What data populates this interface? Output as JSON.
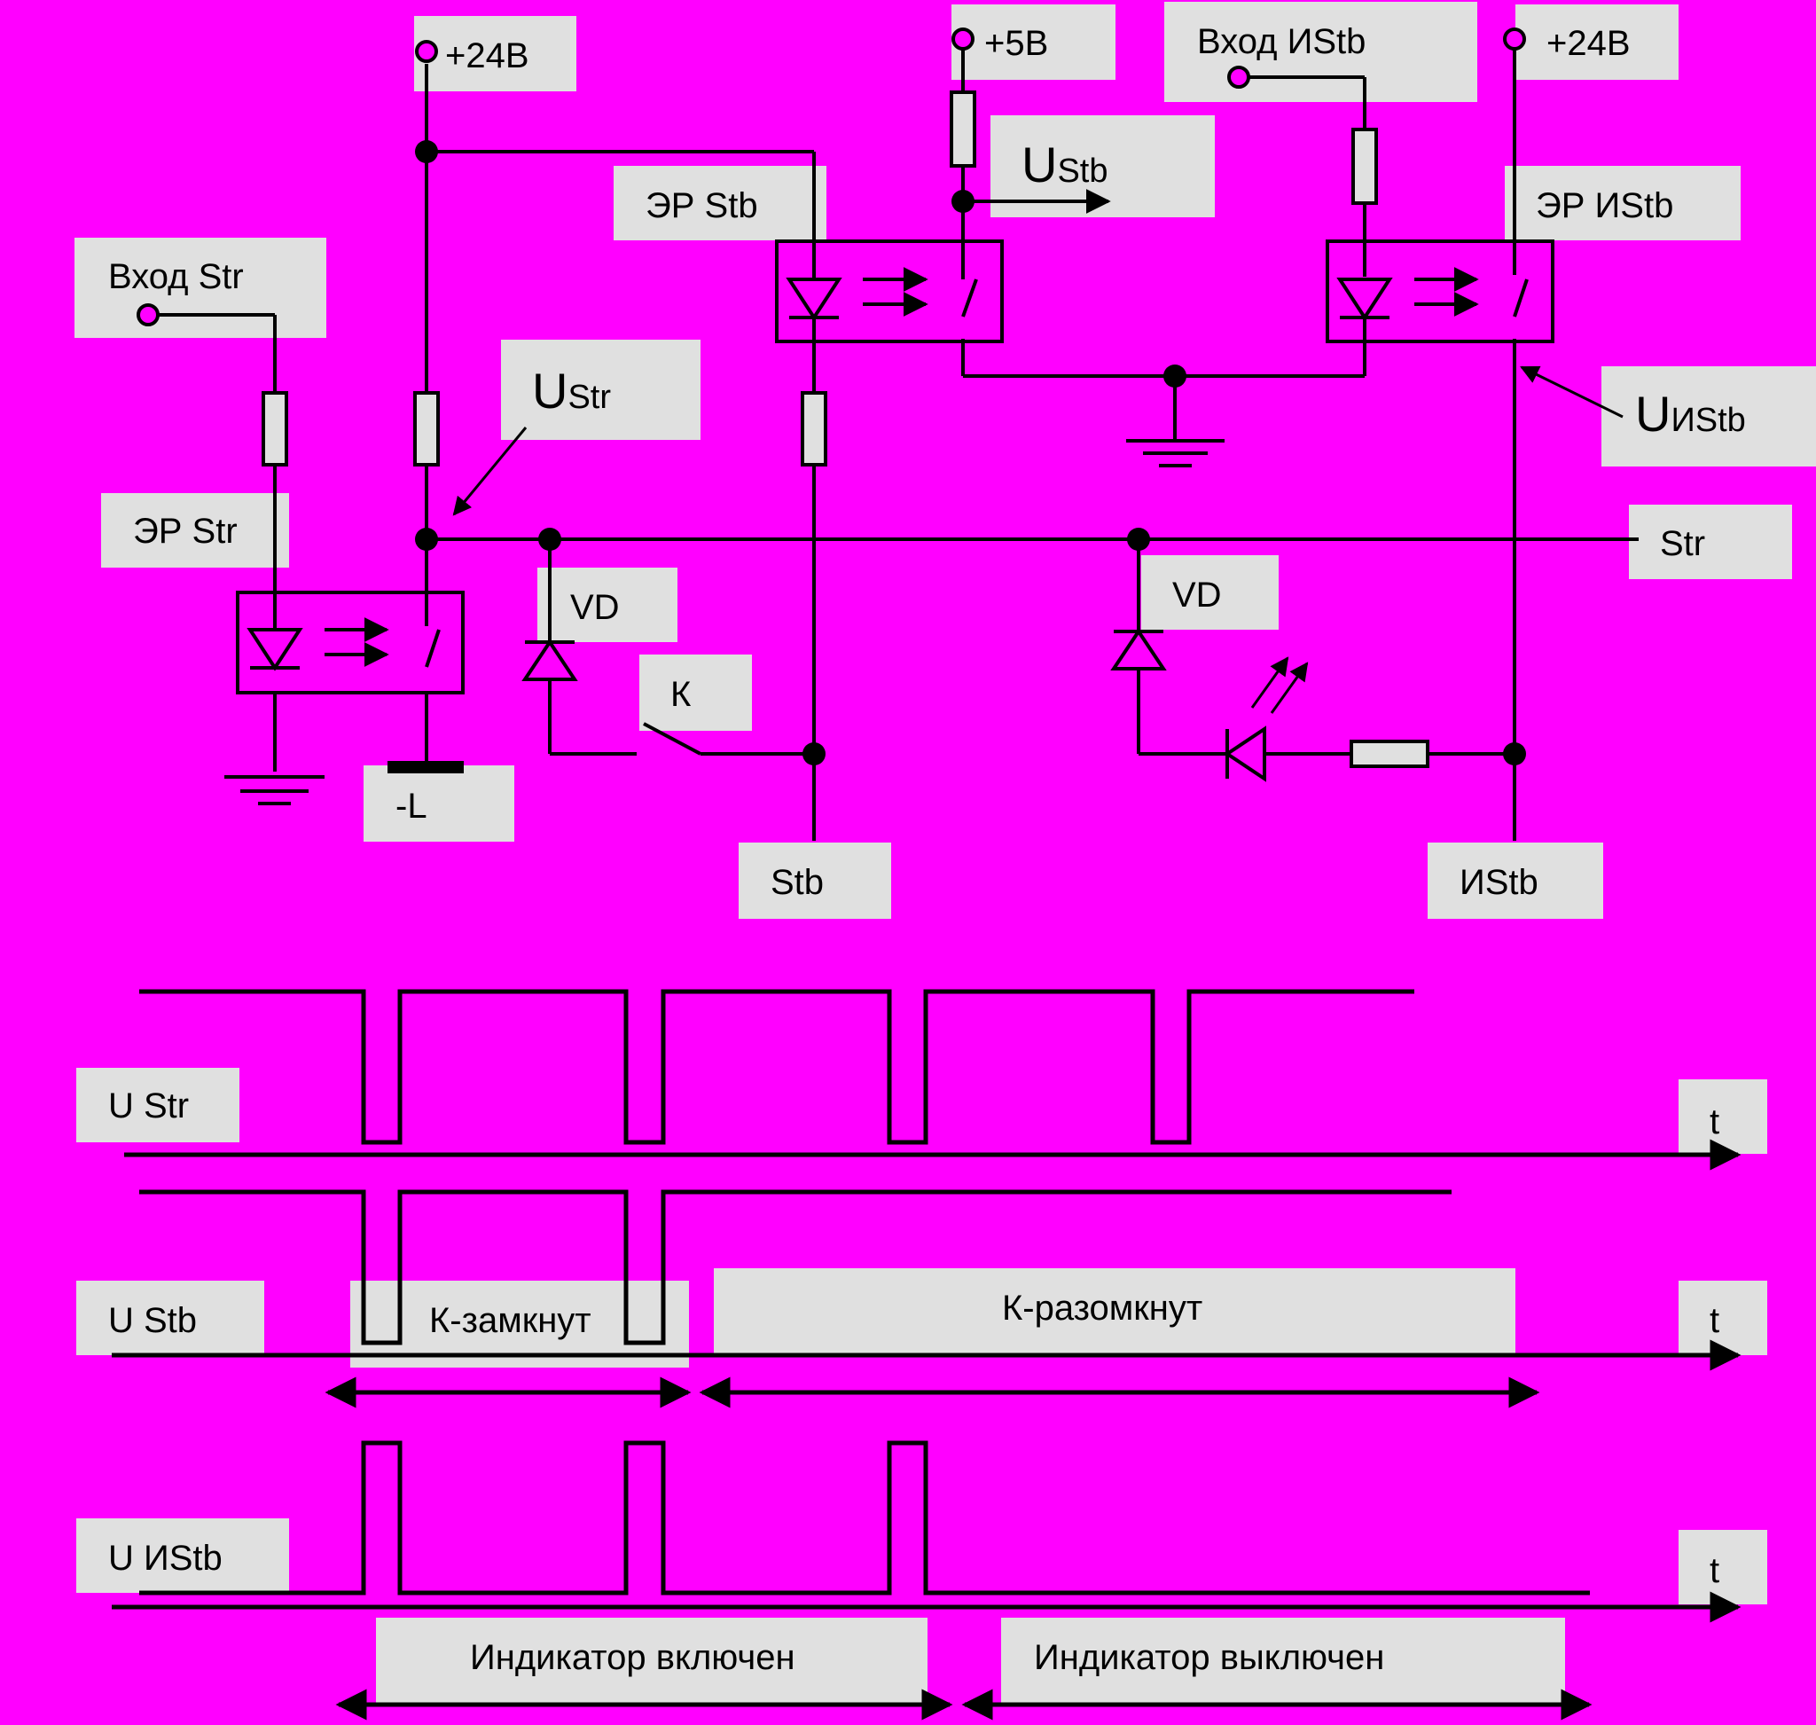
{
  "colors": {
    "background": "#ff00ff",
    "label_box": "#e0e0e0",
    "line": "#000000"
  },
  "circuit": {
    "v24_left": "+24В",
    "v5": "+5В",
    "input_istb": "Вход ИStb",
    "v24_right": "+24В",
    "u_stb_main": "U",
    "u_stb_sub": "Stb",
    "er_stb": "ЭР Stb",
    "er_istb": "ЭР ИStb",
    "input_str": "Вход Str",
    "u_str_main": "U",
    "u_str_sub": "Str",
    "u_istb_main": "U",
    "u_istb_sub": "ИStb",
    "er_str": "ЭР Str",
    "str_line": "Str",
    "vd_left": "VD",
    "vd_right": "VD",
    "switch_k": "К",
    "minus_l": "-L",
    "stb_out": "Stb",
    "istb_out": "ИStb"
  },
  "timing": {
    "u_str_label": "U Str",
    "u_stb_label": "U Stb",
    "u_istb_label": "U ИStb",
    "time_axis": [
      "t",
      "t",
      "t"
    ],
    "k_closed": "К-замкнут",
    "k_open": "К-разомкнут",
    "indicator_on": "Индикатор включен",
    "indicator_off": "Индикатор выключен"
  }
}
